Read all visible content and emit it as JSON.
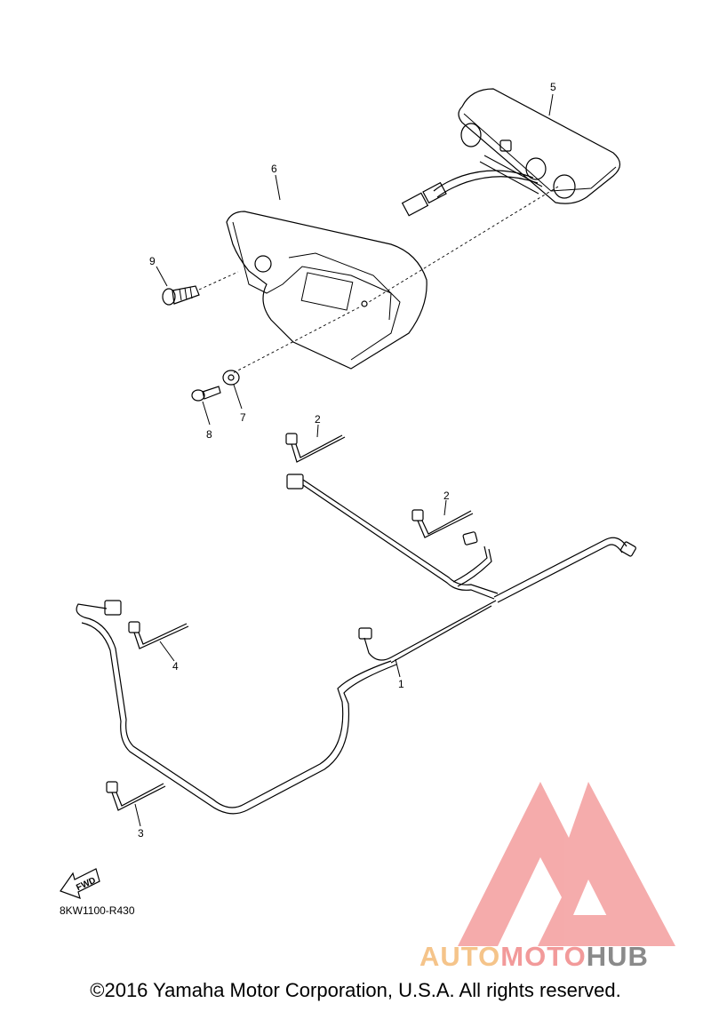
{
  "parts": [
    {
      "number": "1"
    },
    {
      "number": "2"
    },
    {
      "number": "2"
    },
    {
      "number": "3"
    },
    {
      "number": "4"
    },
    {
      "number": "5"
    },
    {
      "number": "6"
    },
    {
      "number": "7"
    },
    {
      "number": "8"
    },
    {
      "number": "9"
    }
  ],
  "fwd_label": "FWD",
  "diagram_code": "8KW1100-R430",
  "watermark": {
    "part1": "AUTO",
    "part2": "MOTO",
    "part3": "HUB",
    "colors": {
      "auto": "#f5c48a",
      "moto": "#f29a9a",
      "hub": "#8a8a8a",
      "logo": "#f4a3a3"
    }
  },
  "copyright": "©2016 Yamaha Motor Corporation, U.S.A. All rights reserved."
}
